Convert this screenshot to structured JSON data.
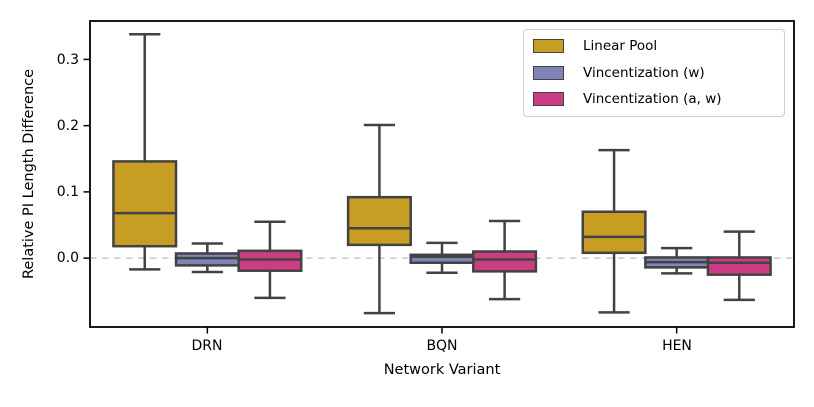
{
  "chart_data": {
    "type": "boxplot",
    "title": "",
    "xlabel": "Network Variant",
    "ylabel": "Relative PI Length Difference",
    "categories": [
      "DRN",
      "BQN",
      "HEN"
    ],
    "ytick_labels": [
      "0.0",
      "0.1",
      "0.2",
      "0.3"
    ],
    "yticks": [
      0.0,
      0.1,
      0.2,
      0.3
    ],
    "ylim": [
      -0.104,
      0.358
    ],
    "grid": false,
    "zero_line": {
      "y": 0.0,
      "style": "dashed",
      "color": "#c6c6c6"
    },
    "legend_position": "upper right",
    "edge_color": "#424242",
    "spine_color": "#000000",
    "series": [
      {
        "name": "Linear Pool",
        "color": "#c89d23",
        "boxes": [
          {
            "whislo": -0.017,
            "q1": 0.018,
            "med": 0.068,
            "q3": 0.146,
            "whishi": 0.338
          },
          {
            "whislo": -0.083,
            "q1": 0.02,
            "med": 0.045,
            "q3": 0.092,
            "whishi": 0.201
          },
          {
            "whislo": -0.082,
            "q1": 0.008,
            "med": 0.032,
            "q3": 0.07,
            "whishi": 0.163
          }
        ]
      },
      {
        "name": "Vincentization (w)",
        "color": "#8184b8",
        "boxes": [
          {
            "whislo": -0.021,
            "q1": -0.011,
            "med": 0.0,
            "q3": 0.007,
            "whishi": 0.022
          },
          {
            "whislo": -0.022,
            "q1": -0.007,
            "med": 0.002,
            "q3": 0.005,
            "whishi": 0.023
          },
          {
            "whislo": -0.023,
            "q1": -0.014,
            "med": -0.006,
            "q3": 0.001,
            "whishi": 0.015
          }
        ]
      },
      {
        "name": "Vincentization (a, w)",
        "color": "#cc3d85",
        "boxes": [
          {
            "whislo": -0.06,
            "q1": -0.019,
            "med": -0.002,
            "q3": 0.011,
            "whishi": 0.055
          },
          {
            "whislo": -0.062,
            "q1": -0.02,
            "med": -0.002,
            "q3": 0.01,
            "whishi": 0.056
          },
          {
            "whislo": -0.063,
            "q1": -0.025,
            "med": -0.007,
            "q3": 0.001,
            "whishi": 0.04
          }
        ]
      }
    ]
  }
}
